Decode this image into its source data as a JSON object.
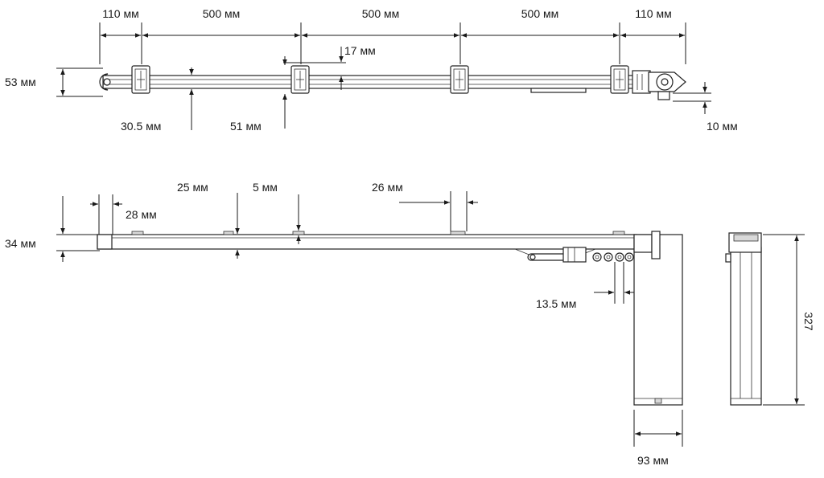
{
  "labels": {
    "top_span_left": "110 мм",
    "top_span_1": "500 мм",
    "top_span_2": "500 мм",
    "top_span_3": "500 мм",
    "top_span_right": "110 мм",
    "height_53": "53 мм",
    "bracket_17": "17 мм",
    "track_30_5": "30.5 мм",
    "track_51": "51 мм",
    "motor_offset_10": "10 мм",
    "side_25": "25 мм",
    "side_5": "5 мм",
    "side_26": "26 мм",
    "side_28": "28 мм",
    "side_34": "34 мм",
    "pulley_13_5": "13.5 мм",
    "motor_width_93": "93 мм",
    "motor_height_327": "327"
  },
  "colors": {
    "line": "#1a1a1a",
    "fill": "#ffffff",
    "accent": "#d9d9d9"
  }
}
